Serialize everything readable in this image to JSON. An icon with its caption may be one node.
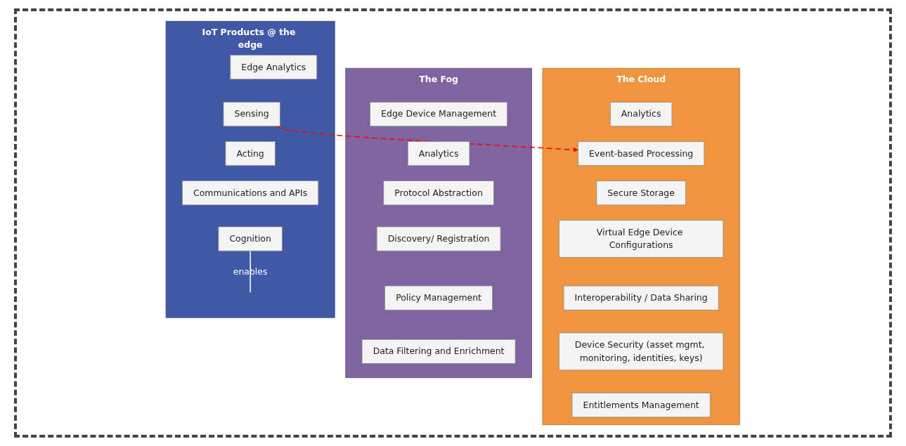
{
  "diagram": {
    "nodes": [
      {
        "text": [
          "IoT Products @ the edge"
        ]
      },
      {
        "text": [
          "Edge Analytics"
        ],
        "in": 0
      },
      {
        "text": [
          "Sensing"
        ],
        "in": 0
      },
      {
        "text": [
          "Acting"
        ],
        "in": 0
      },
      {
        "text": [
          "Communications and APIs"
        ],
        "in": 0
      },
      {
        "text": [
          "Cognition"
        ],
        "in": 0
      },
      {
        "text": [
          "The Fog"
        ]
      },
      {
        "text": [
          "Edge Device Management"
        ],
        "in": 6
      },
      {
        "text": [
          "Analytics"
        ],
        "in": 6
      },
      {
        "text": [
          "Protocol Abstraction"
        ],
        "in": 6
      },
      {
        "text": [
          "Discovery/ Registration"
        ],
        "in": 6
      },
      {
        "text": [
          "Policy Management"
        ],
        "in": 6
      },
      {
        "text": [
          "Data Filtering and Enrichment"
        ],
        "in": 6
      },
      {
        "text": [
          "The Cloud"
        ]
      },
      {
        "text": [
          "Analytics"
        ],
        "in": 13
      },
      {
        "text": [
          "Event-based Processing"
        ],
        "in": 13
      },
      {
        "text": [
          "Secure Storage"
        ],
        "in": 13
      },
      {
        "text": [
          "Virtual Edge Device Configurations"
        ],
        "in": 13
      },
      {
        "text": [
          "Interoperability / Data Sharing"
        ],
        "in": 13
      },
      {
        "text": [
          "Device Security (asset mgmt, monitoring, identities, keys)"
        ],
        "in": 13
      },
      {
        "text": [
          "Entitlements Management"
        ],
        "in": 13
      }
    ],
    "edges": [
      {
        "from": 2,
        "to": 15,
        "arrow": "to",
        "style": "dashed",
        "color": "#ff0000"
      },
      {
        "from": 5,
        "to": null,
        "arrow": "none",
        "label": "enables",
        "color": "#ffffff"
      }
    ]
  }
}
